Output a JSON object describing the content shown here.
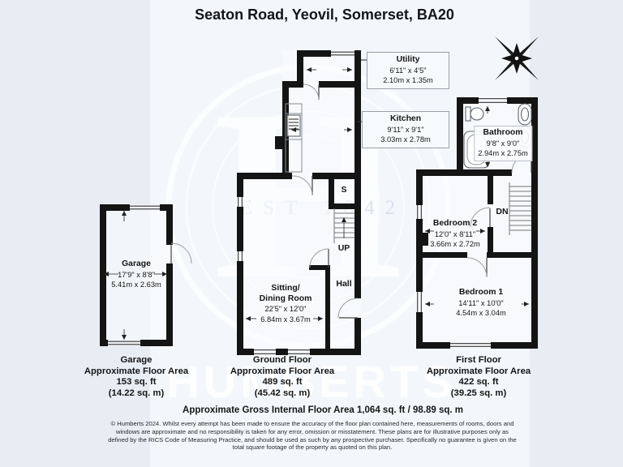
{
  "title": "Seaton Road, Yeovil, Somerset, BA20",
  "watermark": {
    "monogram": "H",
    "est_line": "EST 1842",
    "brand": "HUMBERTS"
  },
  "labels": {
    "utility": {
      "name": "Utility",
      "imperial": "6'11\" x 4'5\"",
      "metric": "2.10m x 1.35m"
    },
    "kitchen": {
      "name": "Kitchen",
      "imperial": "9'11\" x 9'1\"",
      "metric": "3.03m x 2.78m"
    },
    "bathroom": {
      "name": "Bathroom",
      "imperial": "9'8\" x 9'0\"",
      "metric": "2.94m x 2.75m"
    },
    "bedroom2": {
      "name": "Bedroom 2",
      "imperial": "12'0\" x 8'11\"",
      "metric": "3.66m x 2.72m"
    },
    "bedroom1": {
      "name": "Bedroom 1",
      "imperial": "14'11\" x 10'0\"",
      "metric": "4.54m x 3.04m"
    },
    "garage": {
      "name": "Garage",
      "imperial": "17'9\" x 8'8\"",
      "metric": "5.41m x 2.63m"
    },
    "sitting": {
      "name_line1": "Sitting/",
      "name_line2": "Dining Room",
      "imperial": "22'5\" x 12'0\"",
      "metric": "6.84m x 3.67m"
    },
    "hall": "Hall",
    "storage": "S",
    "up": "UP",
    "down": "DN"
  },
  "footers": {
    "garage": {
      "floor": "Garage",
      "area_label": "Approximate Floor Area",
      "sqft": "153 sq. ft",
      "sqm": "(14.22 sq. m)"
    },
    "ground": {
      "floor": "Ground Floor",
      "area_label": "Approximate Floor Area",
      "sqft": "489 sq. ft",
      "sqm": "(45.42 sq. m)"
    },
    "first": {
      "floor": "First Floor",
      "area_label": "Approximate Floor Area",
      "sqft": "422 sq. ft",
      "sqm": "(39.25 sq. m)"
    }
  },
  "total_area": "Approximate Gross Internal Floor Area 1,064 sq. ft / 98.89 sq. m",
  "disclaimer": "© Humberts 2024. Whilst every attempt has been made to ensure the accuracy of the floor plan contained here, measurements of rooms, doors and windows are approximate and no responsibility is taken for any error, omission or misstatement. These plans are for illustrative purposes only as defined by the RICS Code of Measuring Practice, and should be used as such by any prospective purchaser. Specifically no guarantee is given on the total square footage of the property as quoted on this plan.",
  "colors": {
    "wall": "#141414",
    "background": "#e8edf4",
    "panel": "#f3f7fb",
    "text": "#151515"
  }
}
